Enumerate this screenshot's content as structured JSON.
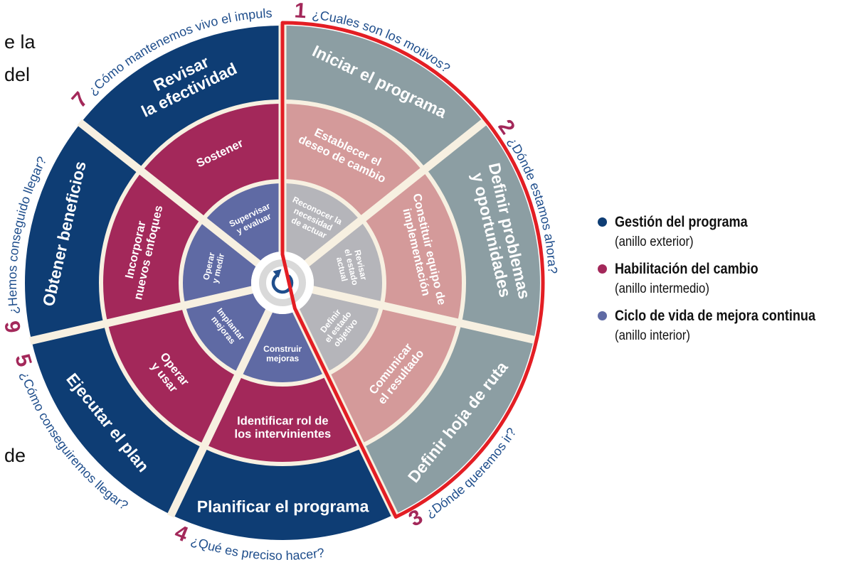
{
  "colors": {
    "outer": "#0e3d74",
    "middle": "#a3285a",
    "inner": "#5f6aa4",
    "outer_active": "#8c9ea3",
    "middle_active": "#d49a9a",
    "inner_active": "#b5b5ba",
    "question": "#1f4e8c",
    "number": "#a3285a",
    "highlight": "#e31e24",
    "center_ring": "#d9d9d9",
    "center_icon": "#1f4e8c",
    "separator": "#f7f0e1"
  },
  "cut_text": [
    "e la",
    "del",
    "de"
  ],
  "phases": [
    {
      "number": "1",
      "question": "¿Cuales son los motivos?",
      "outer": [
        "Iniciar el programa"
      ],
      "active": true
    },
    {
      "number": "2",
      "question": "¿Dónde estamos ahora?",
      "outer": [
        "Definir problemas",
        "y oportunidades"
      ],
      "active": true
    },
    {
      "number": "3",
      "question": "¿Dónde queremos ir?",
      "outer": [
        "Definir hoja de ruta"
      ],
      "active": true
    },
    {
      "number": "4",
      "question": "¿Qué es preciso hacer?",
      "outer": [
        "Planificar el programa"
      ],
      "active": false
    },
    {
      "number": "5",
      "question": "¿Cómo conseguiremos llegar?",
      "outer": [
        "Ejecutar el plan"
      ],
      "active": false
    },
    {
      "number": "6",
      "question": "¿Hemos conseguido llegar?",
      "outer": [
        "Obtener beneficios"
      ],
      "active": false
    },
    {
      "number": "7",
      "question": "¿Cómo mantenemos vivo el impulso?",
      "outer": [
        "Revisar",
        "la efectividad"
      ],
      "active": false
    }
  ],
  "middle_ring": [
    [
      "Establecer el",
      "deseo de cambio"
    ],
    [
      "Constituir equipo de",
      "implementación"
    ],
    [
      "Comunicar",
      "el resultado"
    ],
    [
      "Identificar rol de",
      "los intervinientes"
    ],
    [
      "Operar",
      "y usar"
    ],
    [
      "Incorporar",
      "nuevos enfoques"
    ],
    [
      "Sostener"
    ]
  ],
  "inner_ring": [
    [
      "Reconocer la",
      "necesidad",
      "de actuar"
    ],
    [
      "Revisar",
      "el estado",
      "actual"
    ],
    [
      "Definir",
      "el estado",
      "objetivo"
    ],
    [
      "Construir",
      "mejoras"
    ],
    [
      "Implantar",
      "mejoras"
    ],
    [
      "Operar",
      "y medir"
    ],
    [
      "Supervisar",
      "y evaluar"
    ]
  ],
  "legend": [
    {
      "title": "Gestión del programa",
      "subtitle": "(anillo exterior)",
      "color": "#0e3d74"
    },
    {
      "title": "Habilitación del cambio",
      "subtitle": "(anillo intermedio)",
      "color": "#a3285a"
    },
    {
      "title": "Ciclo de vida de mejora continua",
      "subtitle": "(anillo interior)",
      "color": "#5f6aa4"
    }
  ]
}
